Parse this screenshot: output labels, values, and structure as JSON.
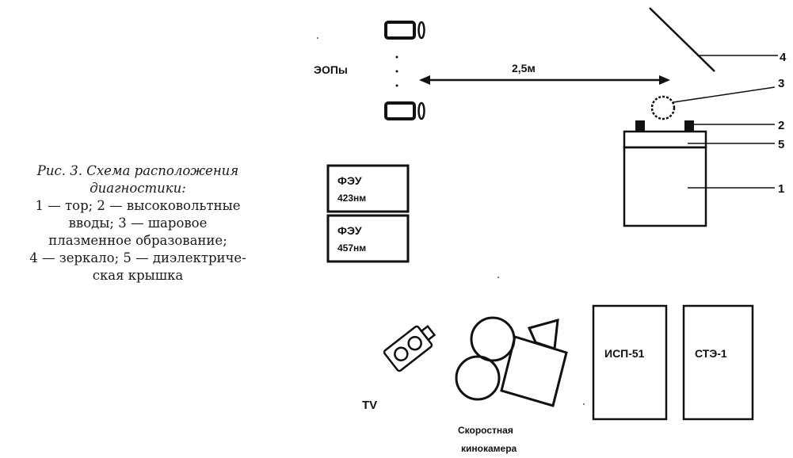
{
  "caption": {
    "line1": "Рис. 3. Схема расположения",
    "line2": "диагностики:",
    "line3": "1 — тор; 2 — высоковольтные",
    "line4": "вводы; 3 — шаровое",
    "line5": "плазменное образование;",
    "line6": "4 — зеркало; 5 — диэлектриче-",
    "line7": "ская крышка"
  },
  "diagram": {
    "eop_label": "ЭОПы",
    "distance_label": "2,5м",
    "fey1_title": "ФЭУ",
    "fey1_wavelength": "423нм",
    "fey2_title": "ФЭУ",
    "fey2_wavelength": "457нм",
    "tv_label": "TV",
    "camera_label_line1": "Скоростная",
    "camera_label_line2": "кинокамера",
    "isp_label": "ИСП-51",
    "ste_label": "СТЭ-1",
    "callout_1": "1",
    "callout_2": "2",
    "callout_3": "3",
    "callout_4": "4",
    "callout_5": "5"
  }
}
